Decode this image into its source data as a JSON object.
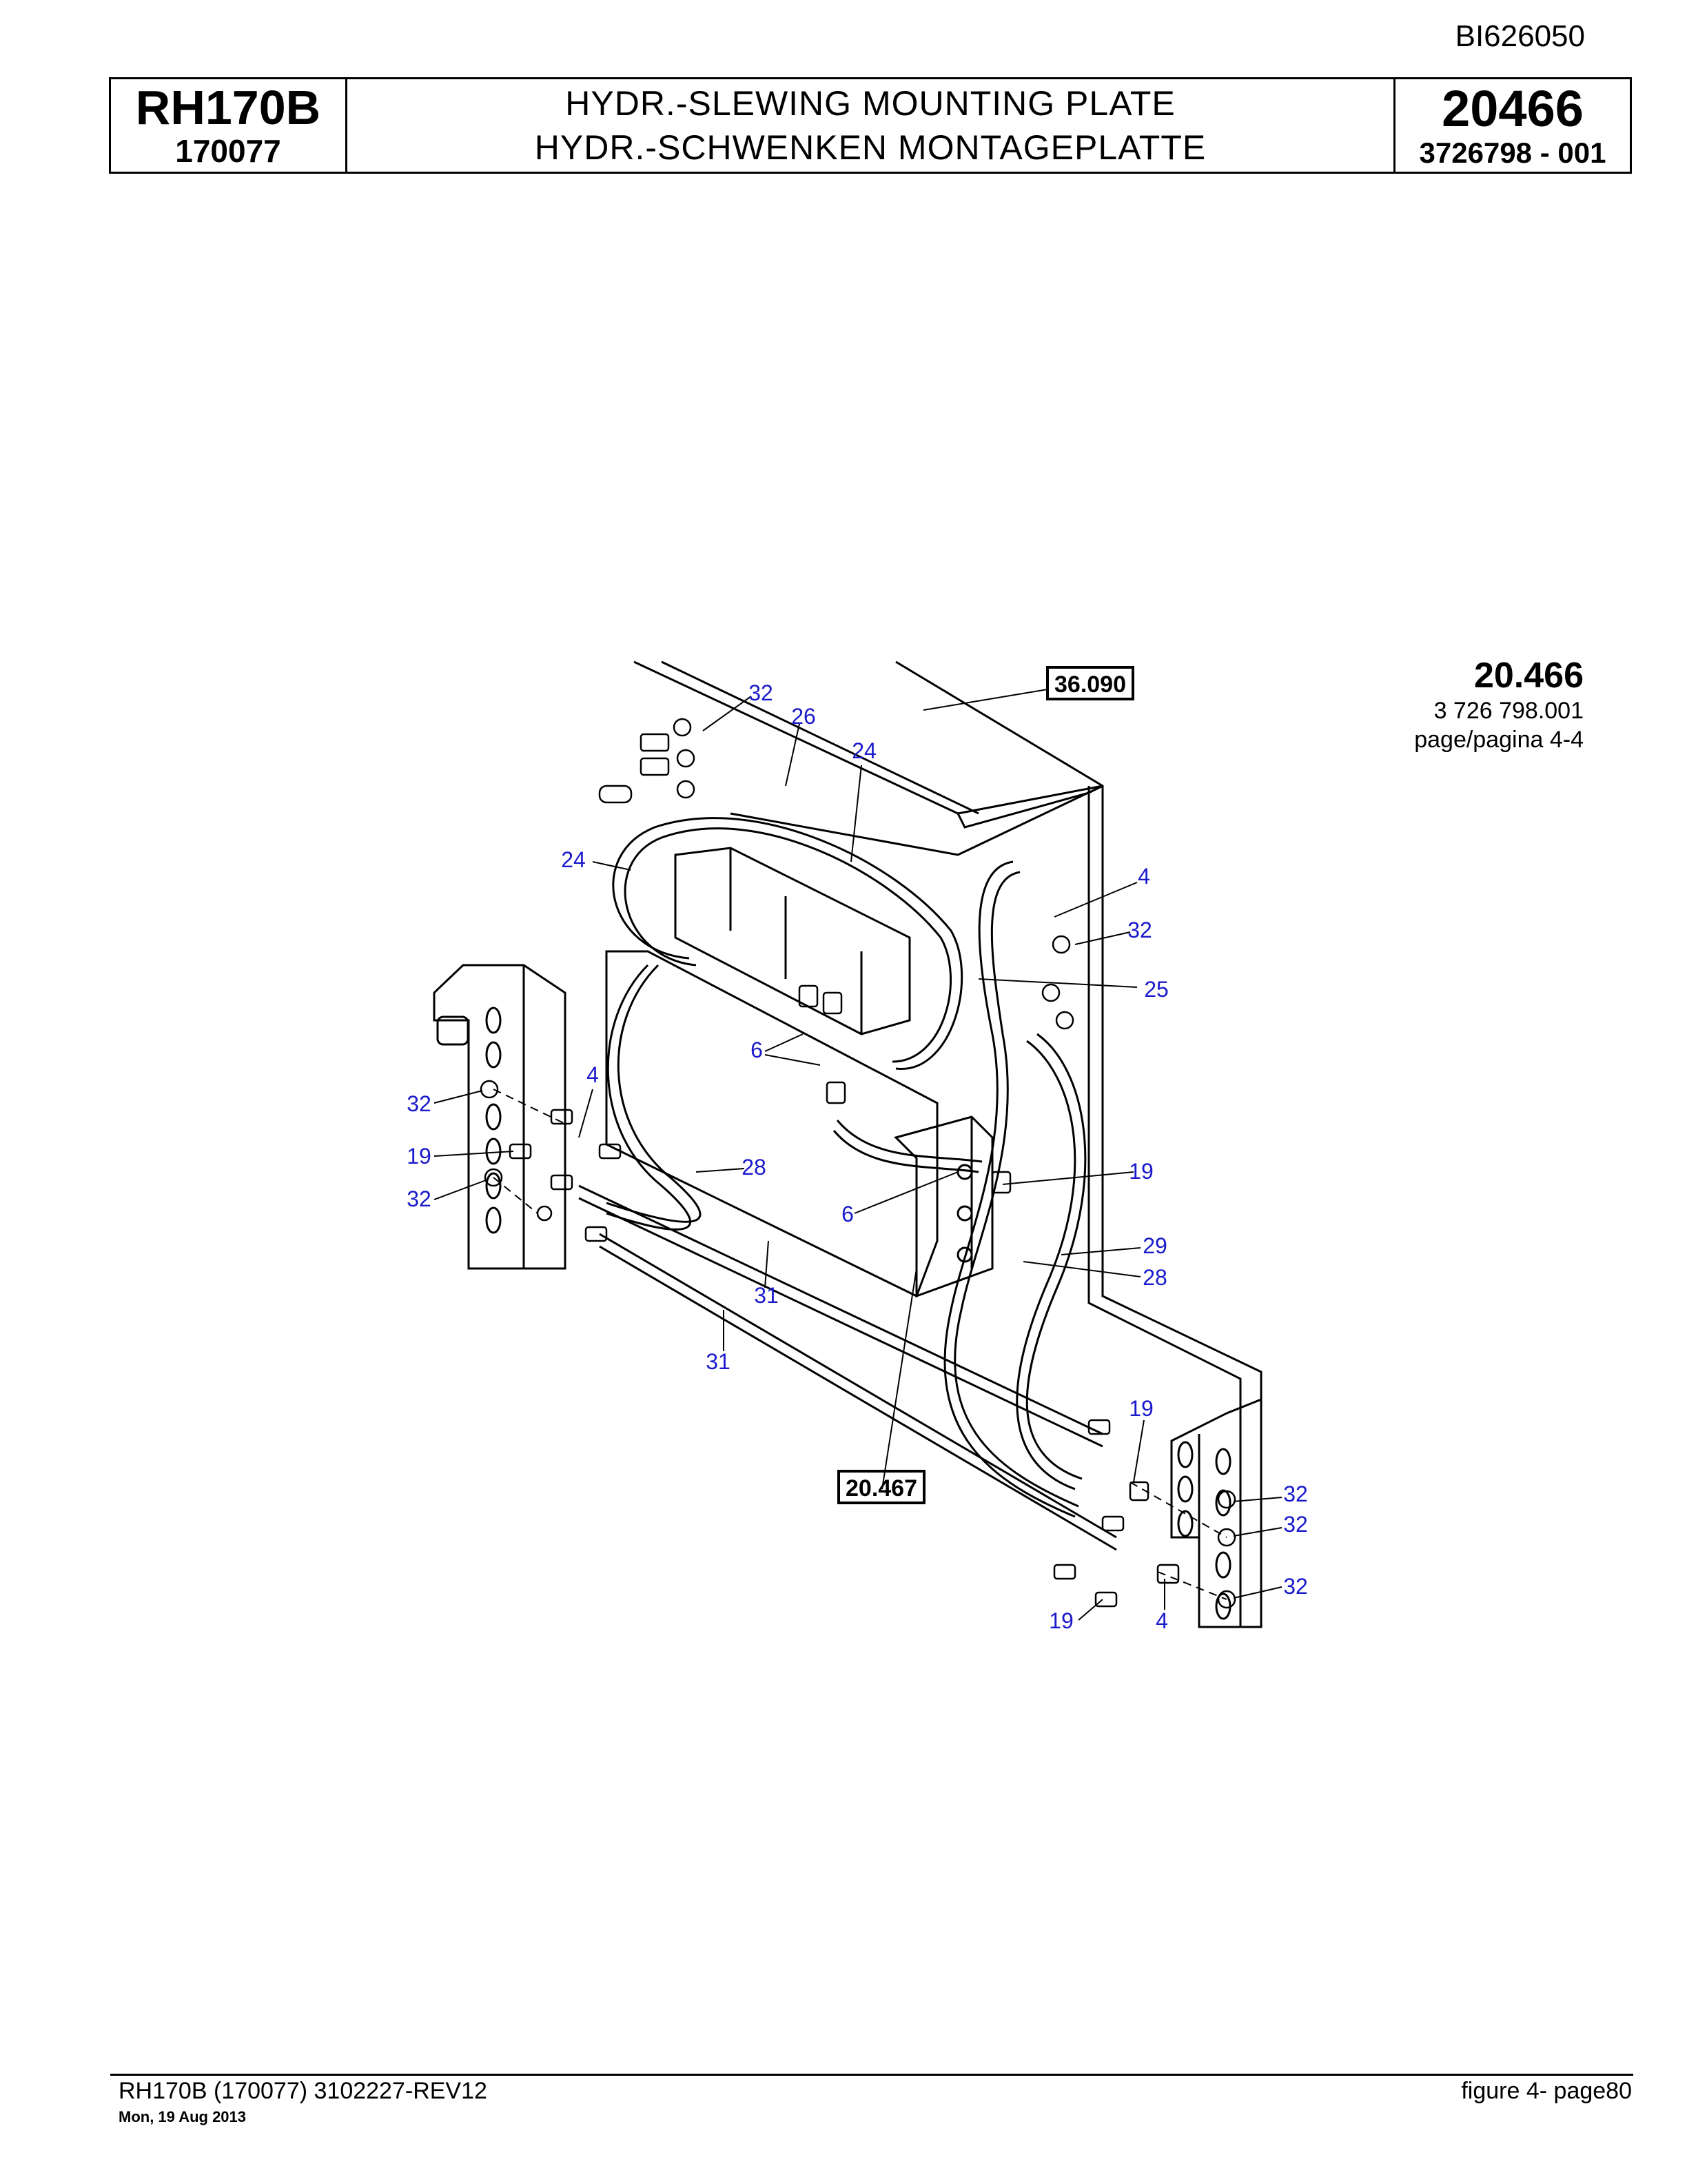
{
  "doc_id": "BI626050",
  "header": {
    "model": "RH170B",
    "serial": "170077",
    "title_en": "HYDR.-SLEWING MOUNTING PLATE",
    "title_de": "HYDR.-SCHWENKEN MONTAGEPLATTE",
    "page_number": "20466",
    "part_number": "3726798  - 001"
  },
  "inset": {
    "ref": "20.466",
    "code": "3 726 798.001",
    "page": "page/pagina 4-4"
  },
  "refs": {
    "top": "36.090",
    "bottom": "20.467"
  },
  "callouts": {
    "c32_top": "32",
    "c26": "26",
    "c24_a": "24",
    "c24_b": "24",
    "c4_a": "4",
    "c32_r": "32",
    "c25": "25",
    "c6_a": "6",
    "c32_l1": "32",
    "c4_l": "4",
    "c19_l": "19",
    "c28_a": "28",
    "c32_l2": "32",
    "c6_b": "6",
    "c19_r": "19",
    "c29": "29",
    "c28_b": "28",
    "c31_a": "31",
    "c31_b": "31",
    "c19_b1": "19",
    "c32_b1": "32",
    "c32_b2": "32",
    "c32_b3": "32",
    "c19_b2": "19",
    "c4_b": "4"
  },
  "footer": {
    "left": "RH170B (170077) 3102227-REV12",
    "date": "Mon, 19 Aug 2013",
    "right": "figure  4- page80"
  }
}
